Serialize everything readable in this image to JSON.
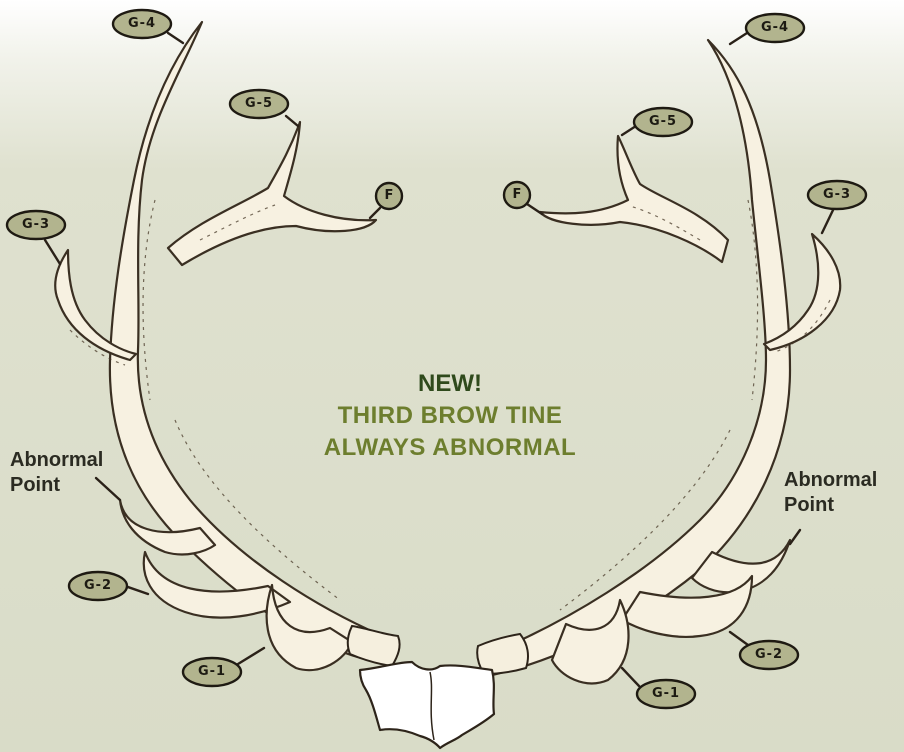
{
  "headline": {
    "new": "NEW!",
    "line1": "THIRD BROW TINE",
    "line2": "ALWAYS ABNORMAL",
    "color_new": "#2f4a1c",
    "color_lines": "#6d7e2e"
  },
  "left_antler": {
    "tags": {
      "g4": "G-4",
      "g5": "G-5",
      "f": "F",
      "g3": "G-3",
      "g2": "G-2",
      "g1": "G-1"
    },
    "abnormal_label_line1": "Abnormal",
    "abnormal_label_line2": "Point"
  },
  "right_antler": {
    "tags": {
      "g4": "G-4",
      "g5": "G-5",
      "f": "F",
      "g3": "G-3",
      "g2": "G-2",
      "g1": "G-1"
    },
    "abnormal_label_line1": "Abnormal",
    "abnormal_label_line2": "Point"
  },
  "colors": {
    "antler_fill": "#f7f1e1",
    "tag_fill": "#b2b48e",
    "background": "#d9dcc8"
  }
}
